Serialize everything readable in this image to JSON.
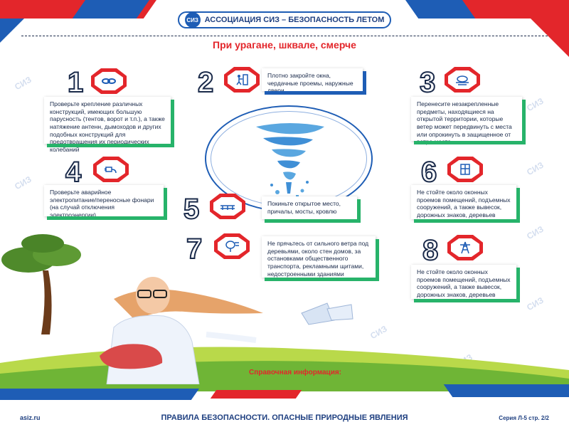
{
  "header": {
    "logo_text": "СИЗ",
    "title": "АССОЦИАЦИЯ СИЗ – БЕЗОПАСНОСТЬ ЛЕТОМ"
  },
  "main_title": "При урагане, шквале, смерче",
  "tips": [
    {
      "number": "1",
      "icon": "chain-link-icon",
      "text": "Проверьте крепление различных конструкций, имеющих большую парусность (тентов, ворот и т.п.), а также натяжение антенн, дымоходов и других подобных конструкций для предотвращения их периодических колебаний"
    },
    {
      "number": "2",
      "icon": "person-closing-door-icon",
      "text": "Плотно закройте окна, чердачные проемы, наружные двери"
    },
    {
      "number": "3",
      "icon": "wind-cloud-icon",
      "text": "Перенесите незакрепленные предметы, находящиеся на открытой территории, которые ветер может передвинуть с места или опрокинуть в защищенное от ветра место"
    },
    {
      "number": "4",
      "icon": "power-plug-icon",
      "text": "Проверьте аварийное электропитание/переносные фонари (на случай отключения электроэнергии)"
    },
    {
      "number": "5",
      "icon": "bridge-icon",
      "text": "Покиньте открытое место, причалы, мосты, кровлю"
    },
    {
      "number": "6",
      "icon": "window-icon",
      "text": "Не стойте около оконных проемов помещений, подъемных сооружений, а также вывесок, дорожных знаков, деревьев"
    },
    {
      "number": "7",
      "icon": "tree-wind-icon",
      "text": "Не прячьтесь от сильного ветра под деревьями, около стен домов, за остановками общественного транспорта, рекламными щитами, недостроенными зданиями"
    },
    {
      "number": "8",
      "icon": "power-tower-icon",
      "text": "Не стойте около оконных проемов помещений, подъемных сооружений, а также вывесок, дорожных знаков, деревьев"
    }
  ],
  "watermark_text": "СИЗ",
  "reference_label": "Справочная информация:",
  "footer": {
    "site": "asiz.ru",
    "title": "ПРАВИЛА БЕЗОПАСНОСТИ. ОПАСНЫЕ ПРИРОДНЫЕ ЯВЛЕНИЯ",
    "series": "Серия Л-5 стр. 2/2"
  },
  "colors": {
    "red": "#e3262b",
    "blue": "#1e5db5",
    "green": "#27b36a",
    "navy": "#1a2a4a"
  }
}
